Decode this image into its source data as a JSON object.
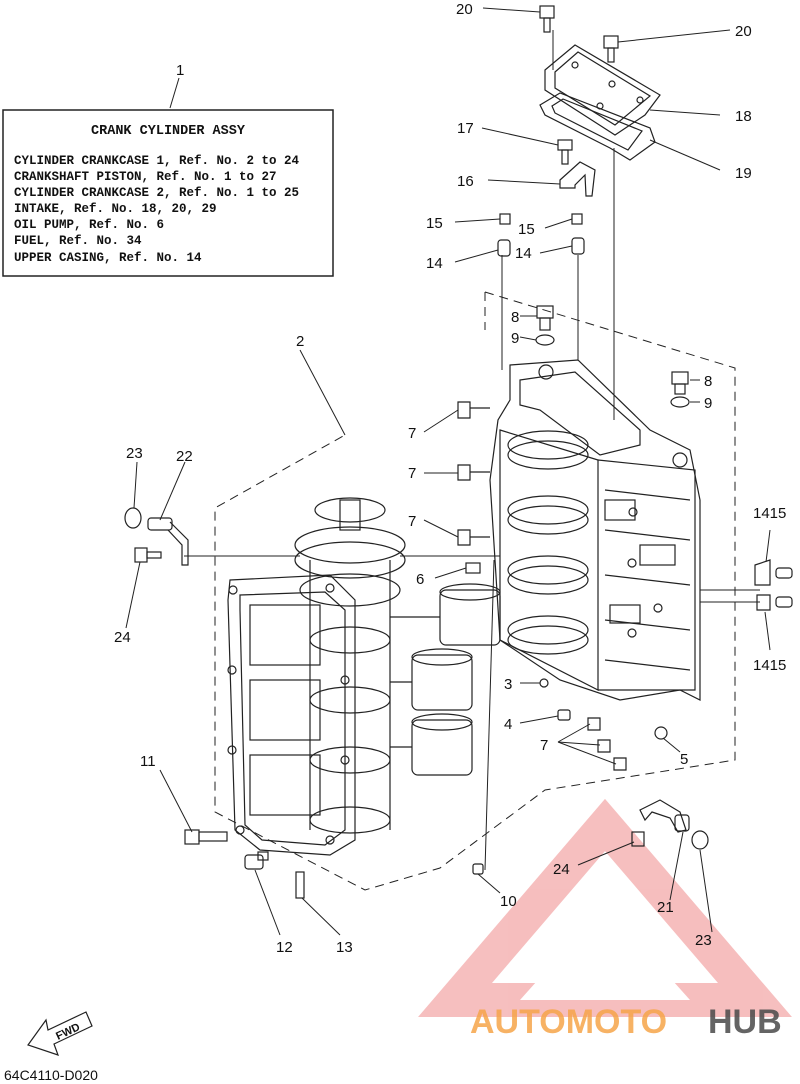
{
  "info_box": {
    "title": "CRANK CYLINDER ASSY",
    "lines": [
      "CYLINDER CRANKCASE 1, Ref. No. 2 to 24",
      "CRANKSHAFT PISTON, Ref. No. 1 to 27",
      "CYLINDER CRANKCASE 2, Ref. No. 1 to 25",
      "INTAKE, Ref. No. 18, 20, 29",
      "OIL PUMP, Ref. No. 6",
      "FUEL, Ref. No. 34",
      "UPPER CASING, Ref. No. 14"
    ]
  },
  "callouts": [
    {
      "id": "c1",
      "text": "1"
    },
    {
      "id": "c2",
      "text": "2"
    },
    {
      "id": "c3",
      "text": "3"
    },
    {
      "id": "c4",
      "text": "4"
    },
    {
      "id": "c5",
      "text": "5"
    },
    {
      "id": "c6",
      "text": "6"
    },
    {
      "id": "c7a",
      "text": "7"
    },
    {
      "id": "c7b",
      "text": "7"
    },
    {
      "id": "c7c",
      "text": "7"
    },
    {
      "id": "c7d",
      "text": "7"
    },
    {
      "id": "c8a",
      "text": "8"
    },
    {
      "id": "c8b",
      "text": "8"
    },
    {
      "id": "c9a",
      "text": "9"
    },
    {
      "id": "c9b",
      "text": "9"
    },
    {
      "id": "c10",
      "text": "10"
    },
    {
      "id": "c11",
      "text": "11"
    },
    {
      "id": "c12",
      "text": "12"
    },
    {
      "id": "c13",
      "text": "13"
    },
    {
      "id": "c14a",
      "text": "14"
    },
    {
      "id": "c14b",
      "text": "14"
    },
    {
      "id": "c1415a",
      "text": "1415"
    },
    {
      "id": "c1415b",
      "text": "1415"
    },
    {
      "id": "c15a",
      "text": "15"
    },
    {
      "id": "c15b",
      "text": "15"
    },
    {
      "id": "c16",
      "text": "16"
    },
    {
      "id": "c17",
      "text": "17"
    },
    {
      "id": "c18",
      "text": "18"
    },
    {
      "id": "c19",
      "text": "19"
    },
    {
      "id": "c20a",
      "text": "20"
    },
    {
      "id": "c20b",
      "text": "20"
    },
    {
      "id": "c21",
      "text": "21"
    },
    {
      "id": "c22",
      "text": "22"
    },
    {
      "id": "c23a",
      "text": "23"
    },
    {
      "id": "c23b",
      "text": "23"
    },
    {
      "id": "c24a",
      "text": "24"
    },
    {
      "id": "c24b",
      "text": "24"
    }
  ],
  "fwd_label": "FWD",
  "diagram_code": "64C4110-D020",
  "watermark": {
    "brand_part1": "AUTOMOTO",
    "brand_part2": "HUB",
    "colors": {
      "orange": "#f6a54a",
      "red": "#e8353a",
      "gray": "#4a4a4a"
    }
  }
}
